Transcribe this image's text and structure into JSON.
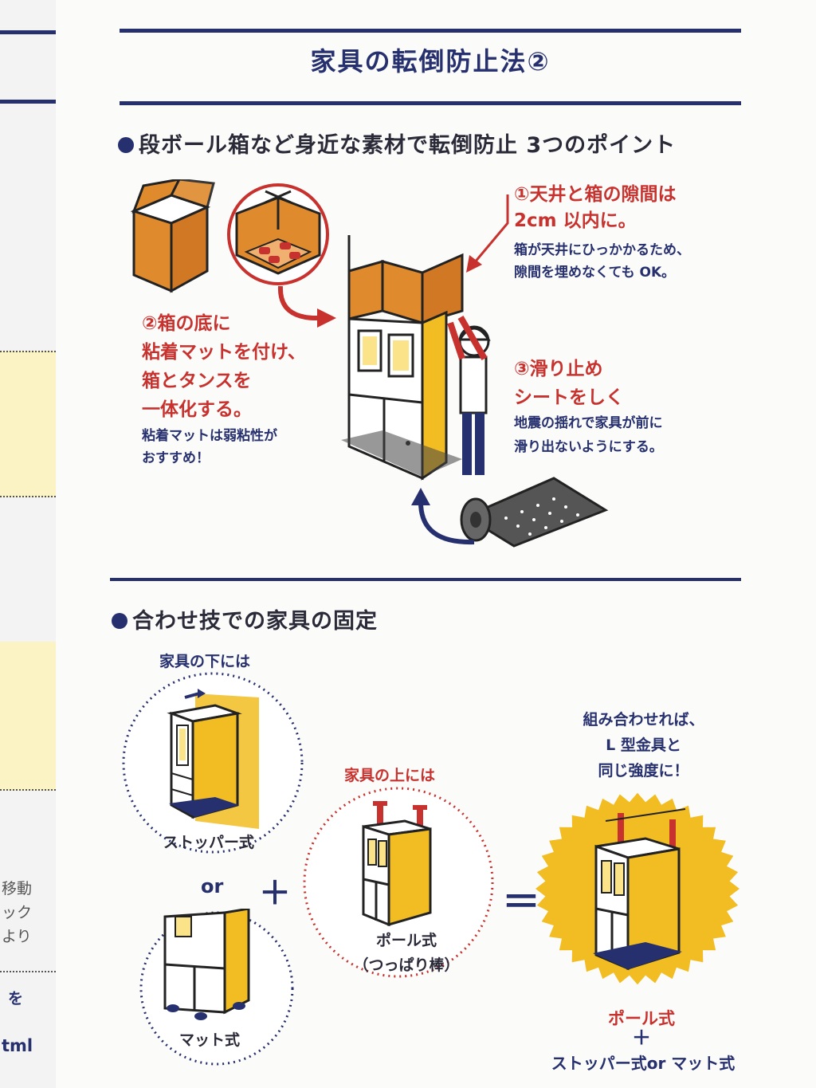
{
  "title": "家具の転倒防止法②",
  "section1": {
    "heading": "段ボール箱など身近な素材で転倒防止 3つのポイント",
    "point1": {
      "title_line1": "①天井と箱の隙間は",
      "title_line2": "2cm 以内に。",
      "note_line1": "箱が天井にひっかかるため、",
      "note_line2": "隙間を埋めなくても OK。"
    },
    "point2": {
      "title_line1": "②箱の底に",
      "title_line2": "粘着マットを付け、",
      "title_line3": "箱とタンスを",
      "title_line4": "一体化する。",
      "note_line1": "粘着マットは弱粘性が",
      "note_line2": "おすすめ！"
    },
    "point3": {
      "title_line1": "③滑り止め",
      "title_line2": "シートをしく",
      "note_line1": "地震の揺れで家具が前に",
      "note_line2": "滑り出ないようにする。"
    }
  },
  "section2": {
    "heading": "合わせ技での家具の固定",
    "below_label": "家具の下には",
    "stopper": "ストッパー式",
    "or": "or",
    "mat": "マット式",
    "plus": "＋",
    "above_label": "家具の上には",
    "pole_line1": "ポール式",
    "pole_line2": "（つっぱり棒）",
    "equals": "＝",
    "combo_line1": "組み合わせれば、",
    "combo_line2": "L 型金具と",
    "combo_line3": "同じ強度に！",
    "result_pole": "ポール式",
    "result_plus": "＋",
    "result_rest": "ストッパー式or マット式"
  },
  "left_page": {
    "line1": "移動",
    "line2": "ック",
    "line3": "より",
    "line4": "を",
    "line5": "tml"
  },
  "colors": {
    "navy": "#26306e",
    "red": "#c8322e",
    "orange": "#e08a2e",
    "yellow": "#f2bd22"
  }
}
